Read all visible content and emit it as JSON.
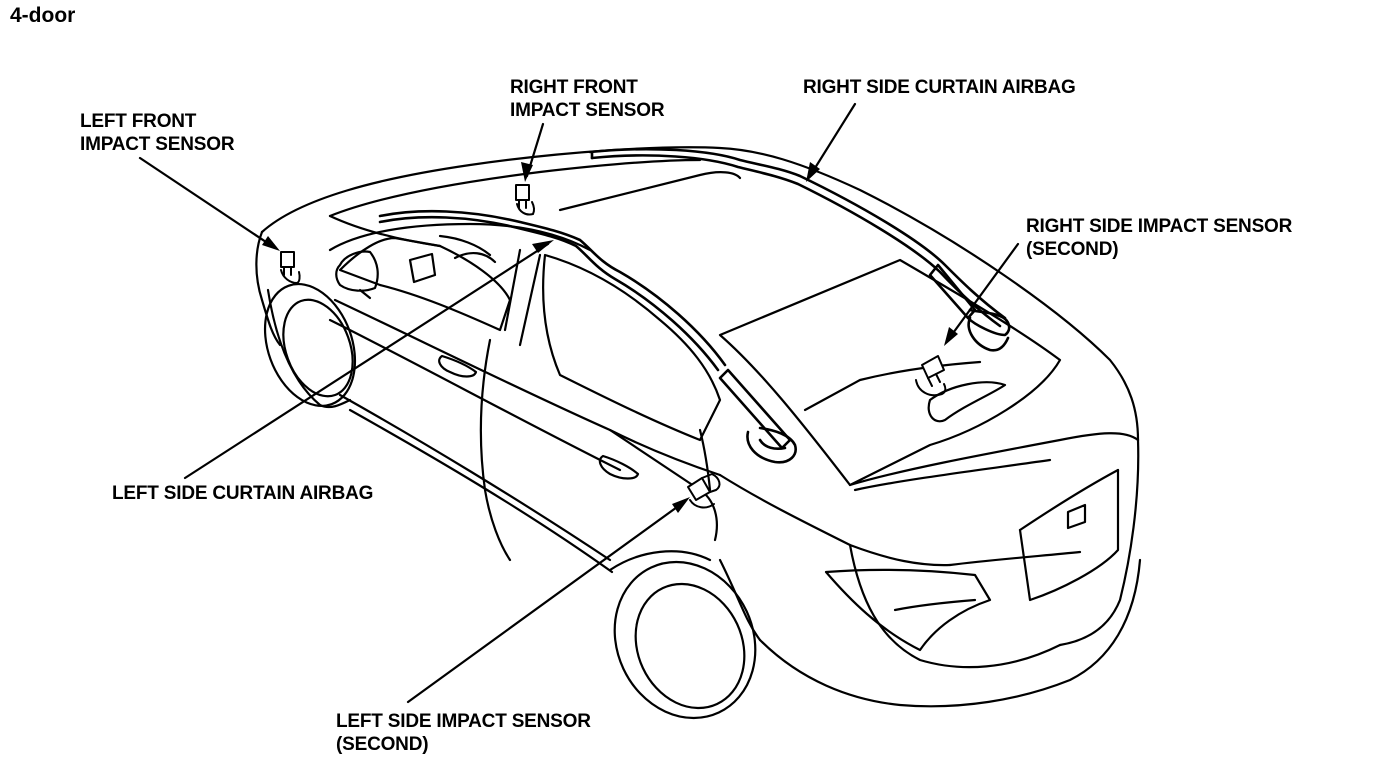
{
  "page_title": "4-door",
  "callouts": {
    "left_front_impact_sensor": [
      "LEFT FRONT",
      "IMPACT SENSOR"
    ],
    "right_front_impact_sensor": [
      "RIGHT FRONT",
      "IMPACT SENSOR"
    ],
    "right_side_curtain_airbag": [
      "RIGHT SIDE CURTAIN AIRBAG"
    ],
    "right_side_impact_sensor_second": [
      "RIGHT SIDE IMPACT SENSOR",
      "(SECOND)"
    ],
    "left_side_curtain_airbag": [
      "LEFT SIDE CURTAIN AIRBAG"
    ],
    "left_side_impact_sensor_second": [
      "LEFT SIDE IMPACT SENSOR",
      "(SECOND)"
    ]
  }
}
